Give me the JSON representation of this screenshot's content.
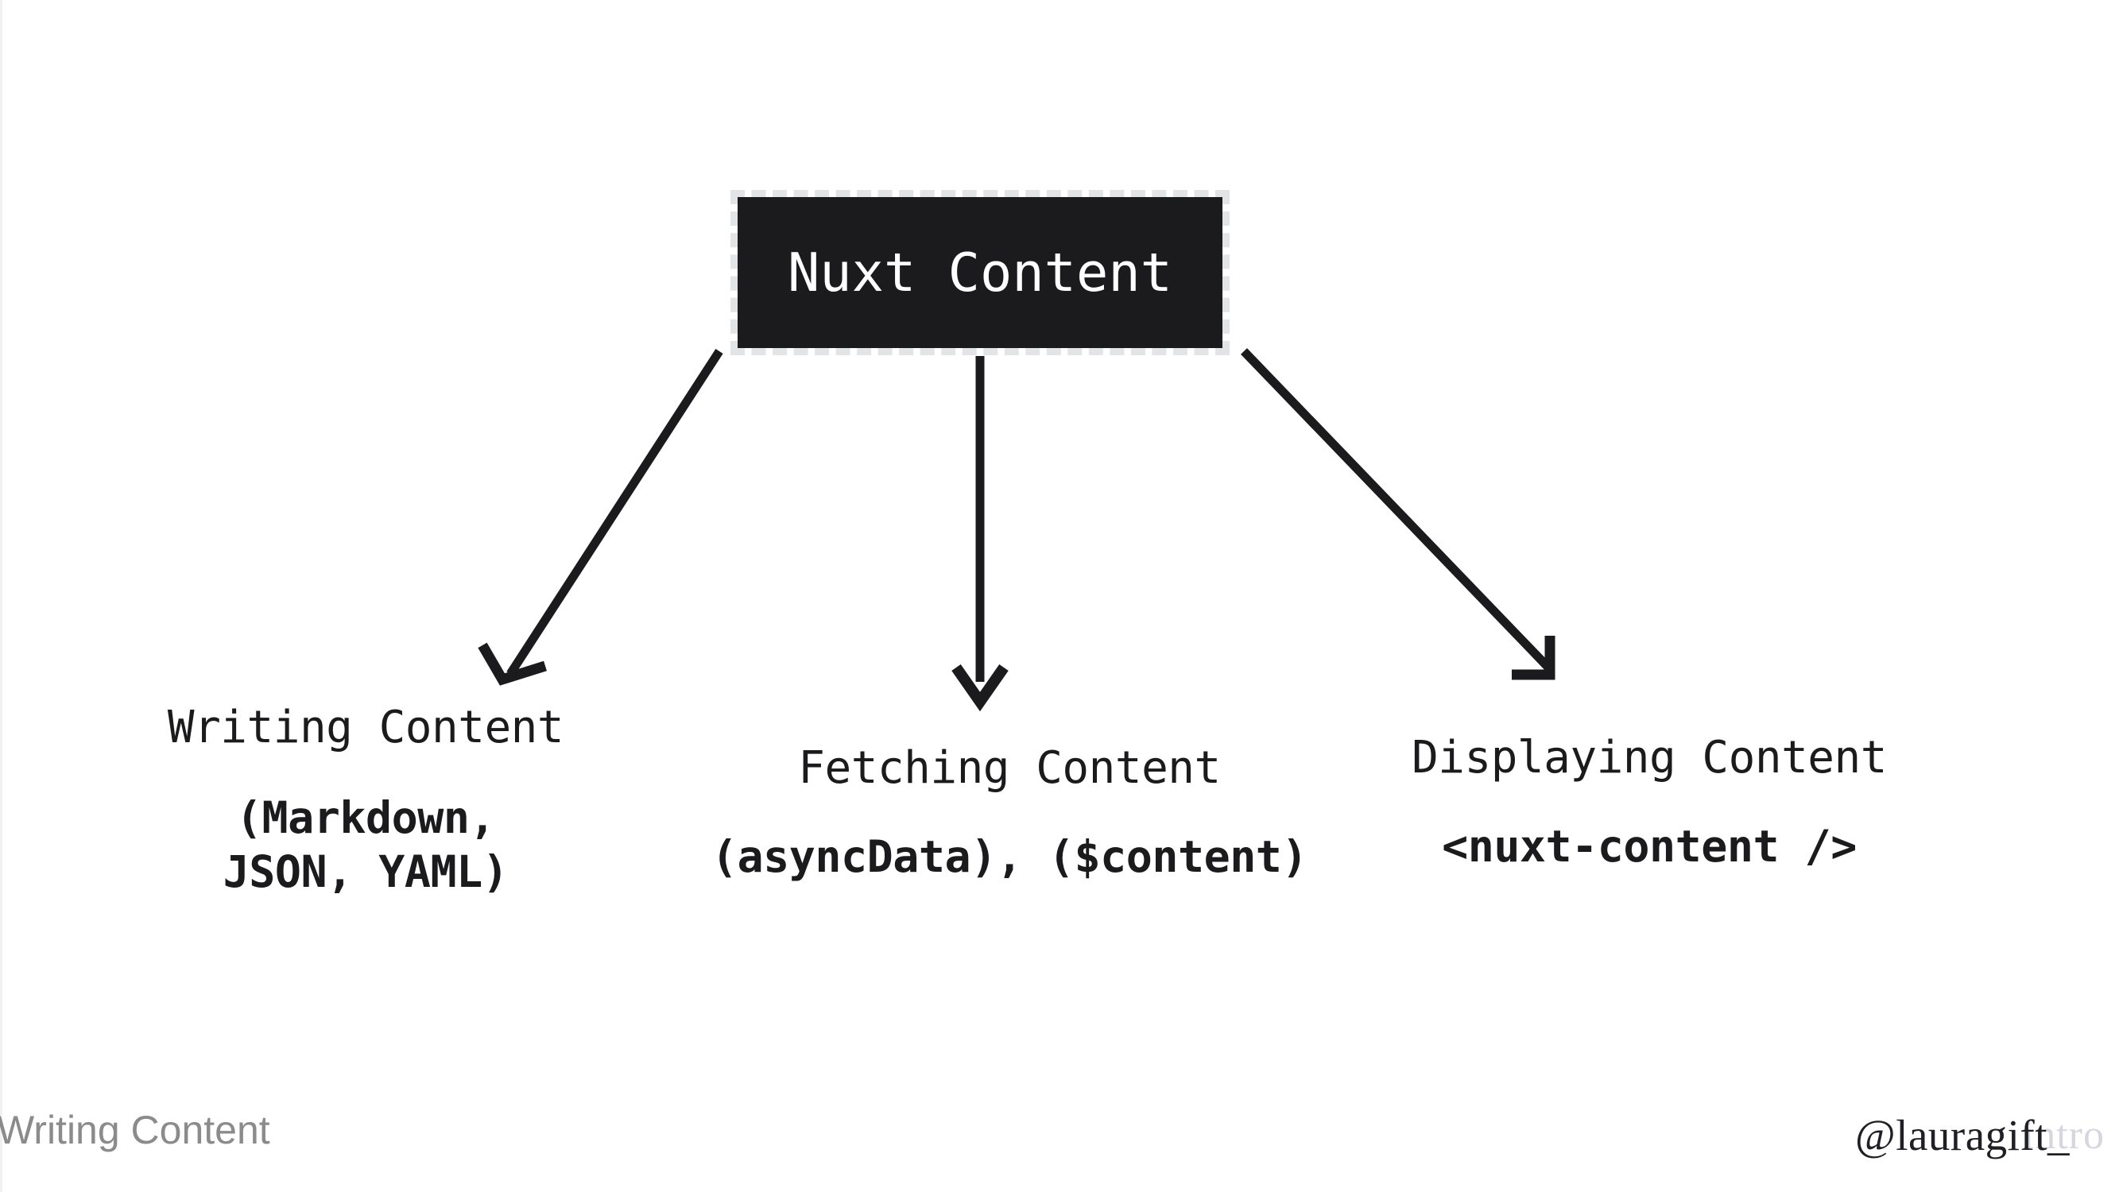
{
  "slide": {
    "background_color": "#ffffff",
    "root_node": {
      "label": "Nuxt Content",
      "background_color": "#1b1b1d",
      "text_color": "#ffffff",
      "border_style": "dashed",
      "border_color": "#e2e4e6"
    },
    "branches": [
      {
        "name": "writing-content",
        "title": "Writing Content",
        "subtitle": "(Markdown,\nJSON, YAML)",
        "arrow": "down-left-arrow"
      },
      {
        "name": "fetching-content",
        "title": "Fetching Content",
        "subtitle": "(asyncData), ($content)",
        "arrow": "down-arrow"
      },
      {
        "name": "displaying-content",
        "title": "Displaying Content",
        "subtitle": "<nuxt-content />",
        "arrow": "down-right-arrow"
      }
    ],
    "footer": {
      "section_label": "Writing Content",
      "section_label_color": "#8b8b8b",
      "handle": "@lauragift_",
      "handle_ghost": "intro",
      "handle_ghost_color": "#d6d7de"
    }
  }
}
